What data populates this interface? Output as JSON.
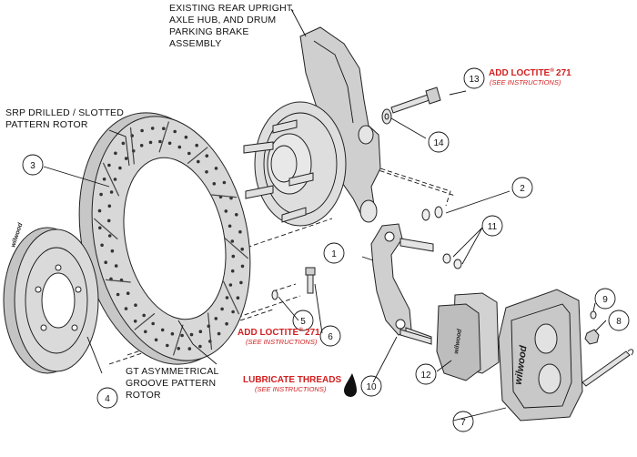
{
  "labels": {
    "upright_l1": "EXISTING REAR UPRIGHT,",
    "upright_l2": "AXLE HUB, AND DRUM",
    "upright_l3": "PARKING BRAKE",
    "upright_l4": "ASSEMBLY",
    "rotor_l1": "SRP DRILLED / SLOTTED",
    "rotor_l2": "PATTERN ROTOR",
    "gt_l1": "GT ASYMMETRICAL",
    "gt_l2": "GROOVE PATTERN",
    "gt_l3": "ROTOR"
  },
  "notes": {
    "loctite_13": "ADD LOCTITE",
    "loctite_6": "ADD LOCTITE",
    "loctite_num": "271",
    "reg": "®",
    "see": "(SEE INSTRUCTIONS)",
    "lubricate": "LUBRICATE THREADS"
  },
  "callouts": {
    "c1": "1",
    "c2": "2",
    "c3": "3",
    "c4": "4",
    "c5": "5",
    "c6": "6",
    "c7": "7",
    "c8": "8",
    "c9": "9",
    "c10": "10",
    "c11": "11",
    "c12": "12",
    "c13": "13",
    "c14": "14"
  },
  "brand": "wilwood",
  "colors": {
    "note_red": "#d21f1f",
    "part_fill": "#d0d0d0",
    "outline": "#222222"
  }
}
